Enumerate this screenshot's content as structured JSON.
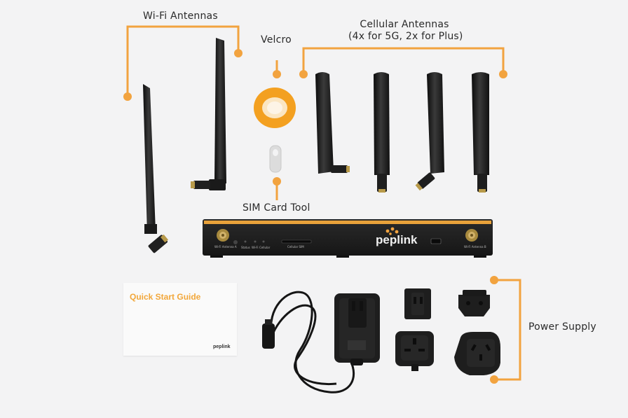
{
  "labels": {
    "wifi_antennas": "Wi-Fi Antennas",
    "velcro": "Velcro",
    "cellular_line1": "Cellular Antennas",
    "cellular_line2": "(4x for 5G, 2x for Plus)",
    "sim_tool": "SIM Card Tool",
    "power_supply": "Power Supply"
  },
  "guide": {
    "title": "Quick Start Guide",
    "brand": "peplink"
  },
  "router": {
    "brand": "peplink",
    "port_left": "Wi-Fi Antenna A",
    "port_right": "Wi-Fi Antenna B",
    "leds": [
      "Status",
      "Wi-Fi",
      "Cellular"
    ],
    "sim_slot": "Cellular SIM"
  },
  "colors": {
    "accent": "#f2a33f",
    "background": "#f3f3f4",
    "antenna": "#1c1c1c",
    "router_stripe": "#e8a23a"
  }
}
